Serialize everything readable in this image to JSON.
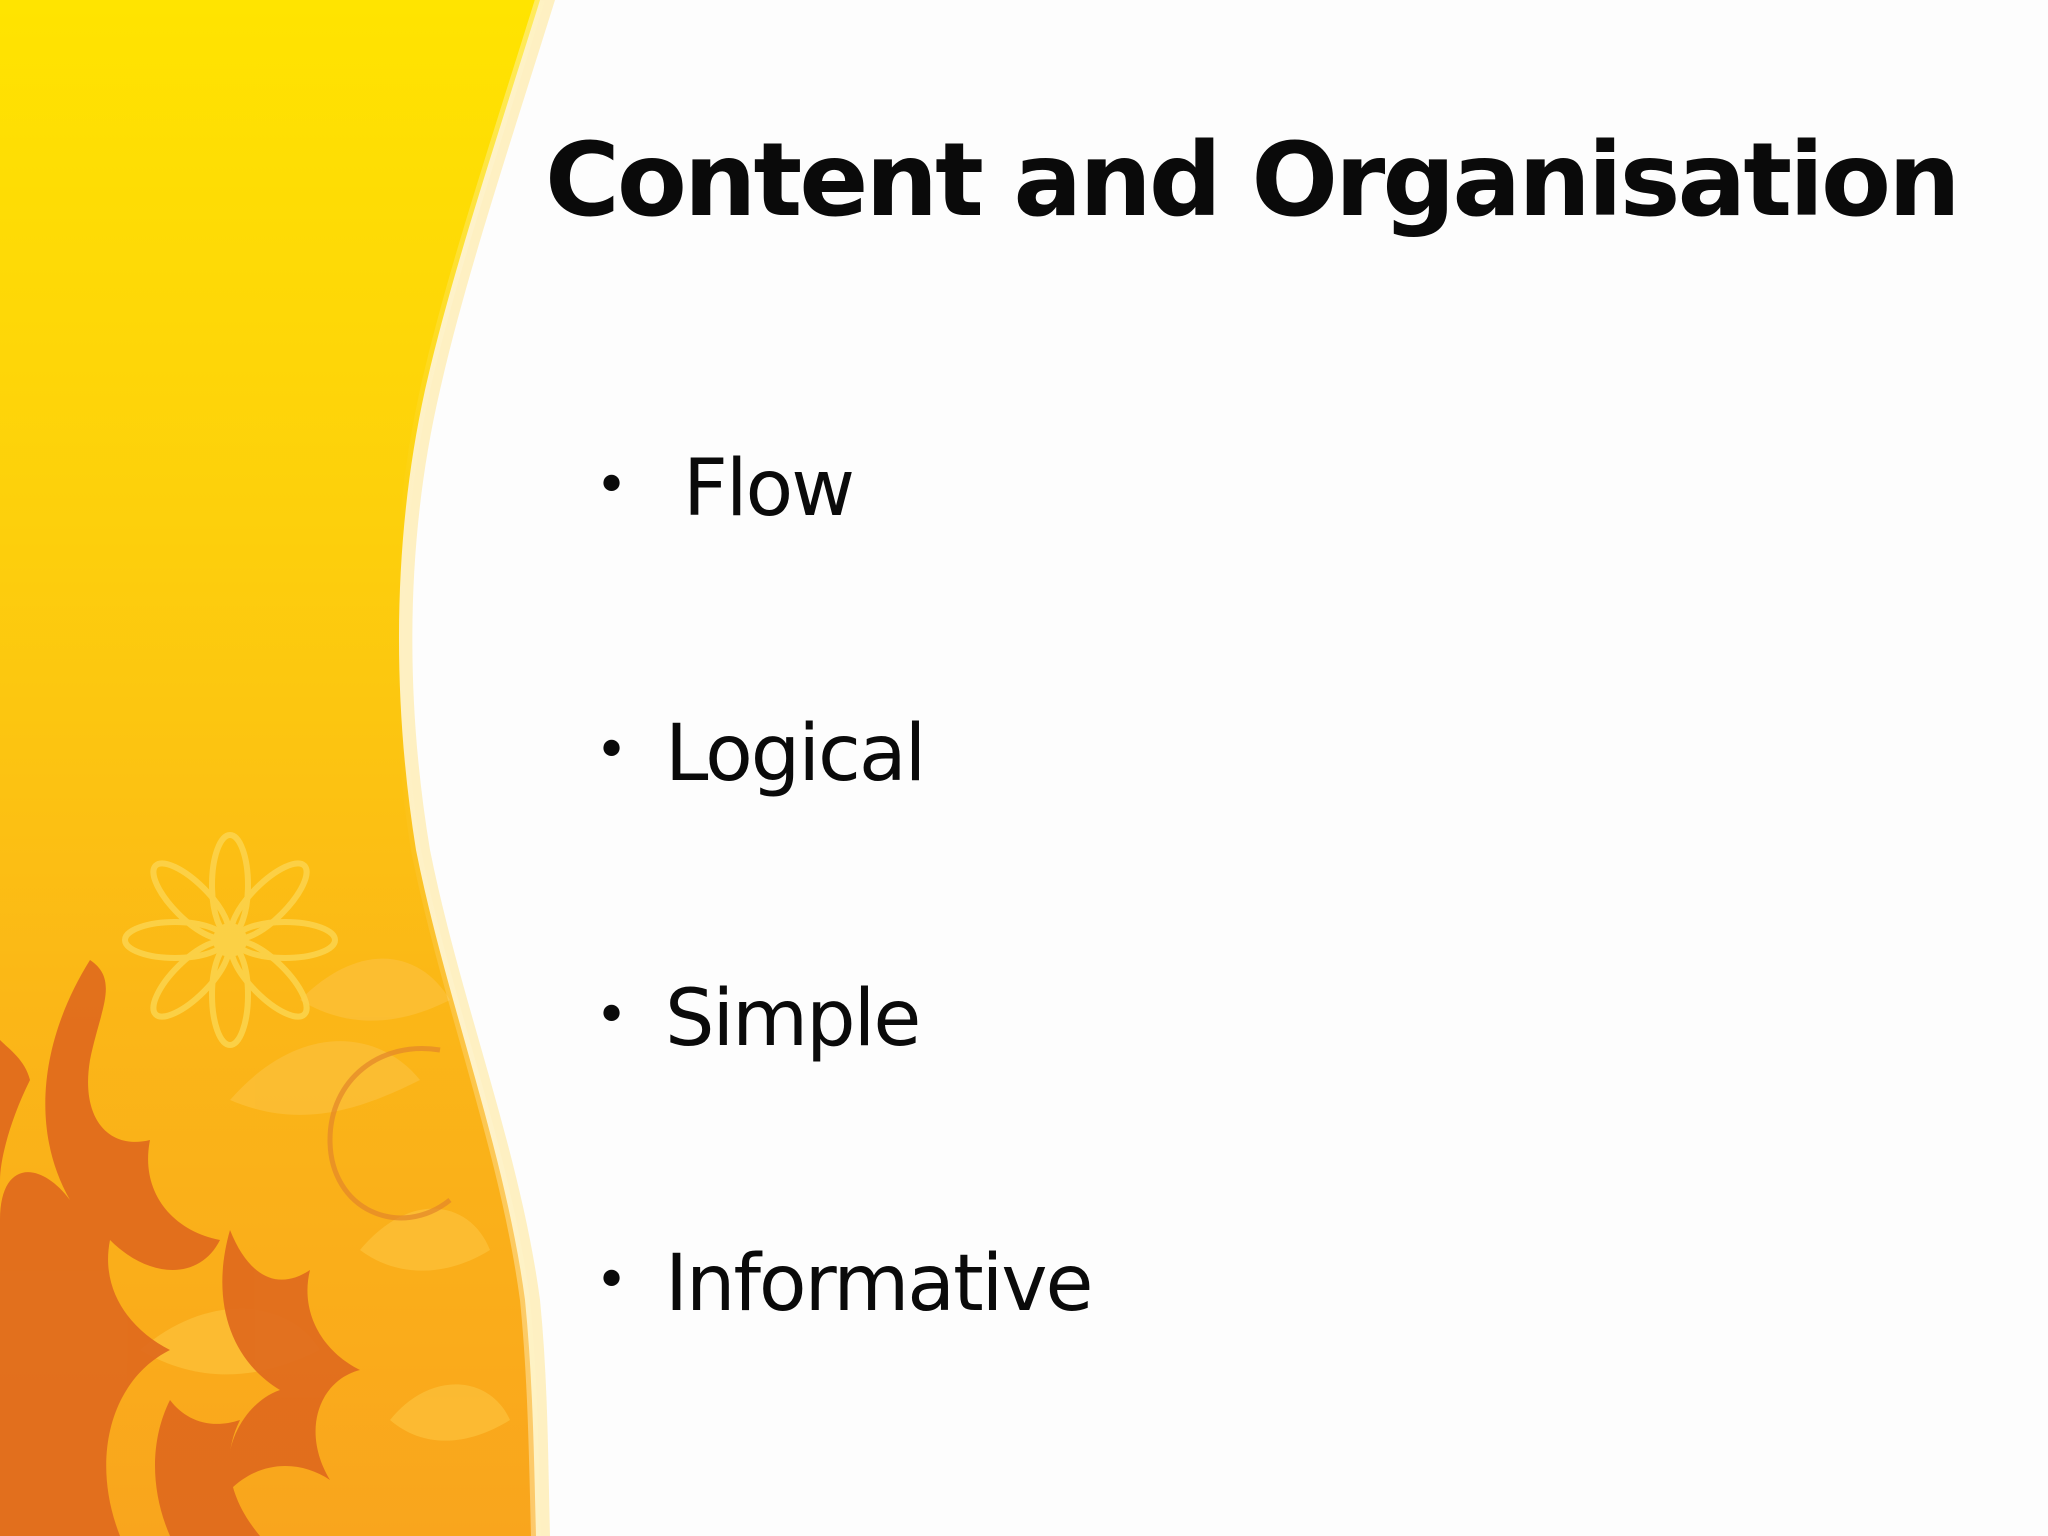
{
  "slide": {
    "title": "Content and Organisation",
    "bullets": [
      {
        "marker": "•",
        "text": "Flow"
      },
      {
        "marker": "•",
        "text": "Logical"
      },
      {
        "marker": "•",
        "text": "Simple"
      },
      {
        "marker": "•",
        "text": "Informative"
      }
    ]
  },
  "theme": {
    "background": "#fdfdfd",
    "panel_top": "#ffe400",
    "panel_bottom": "#f9a51d",
    "flourish": "#e06a1d",
    "flower": "#fcd34b",
    "text": "#0a0a0a",
    "decoration_icons": [
      "orange-flame-flourish-icon",
      "flower-icon",
      "leaf-icon"
    ]
  }
}
